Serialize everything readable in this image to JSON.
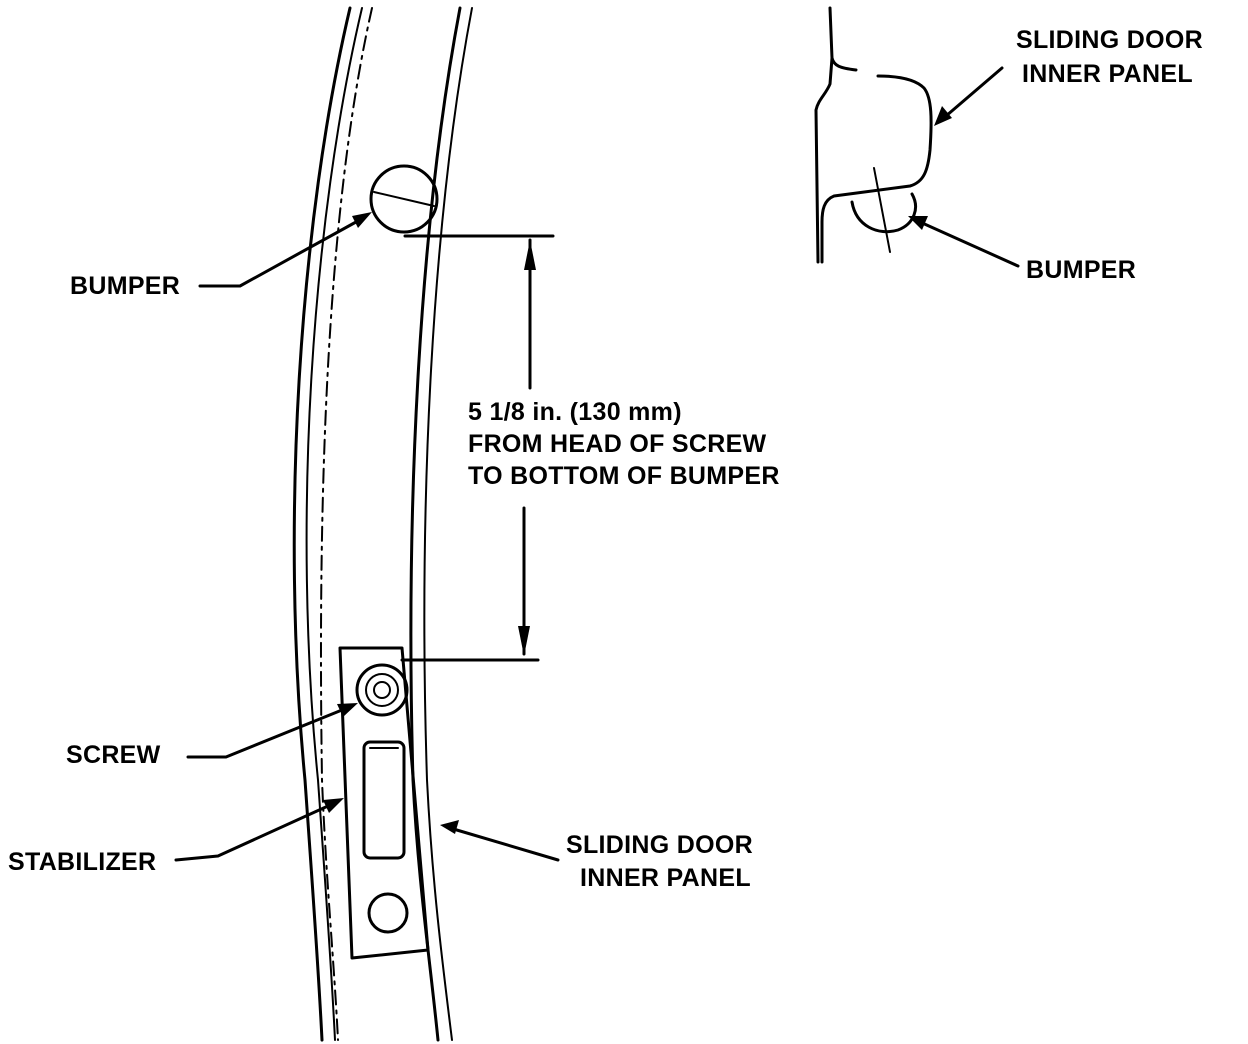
{
  "labels": {
    "bumper_main": "BUMPER",
    "dimension_line1": "5 1/8 in. (130 mm)",
    "dimension_line2": "FROM HEAD OF SCREW",
    "dimension_line3": "TO BOTTOM OF BUMPER",
    "screw": "SCREW",
    "stabilizer": "STABILIZER",
    "panel_main_line1": "SLIDING DOOR",
    "panel_main_line2": "INNER PANEL",
    "panel_inset_line1": "SLIDING DOOR",
    "panel_inset_line2": "INNER PANEL",
    "bumper_inset": "BUMPER"
  },
  "colors": {
    "ink": "#000000",
    "background": "#ffffff"
  }
}
